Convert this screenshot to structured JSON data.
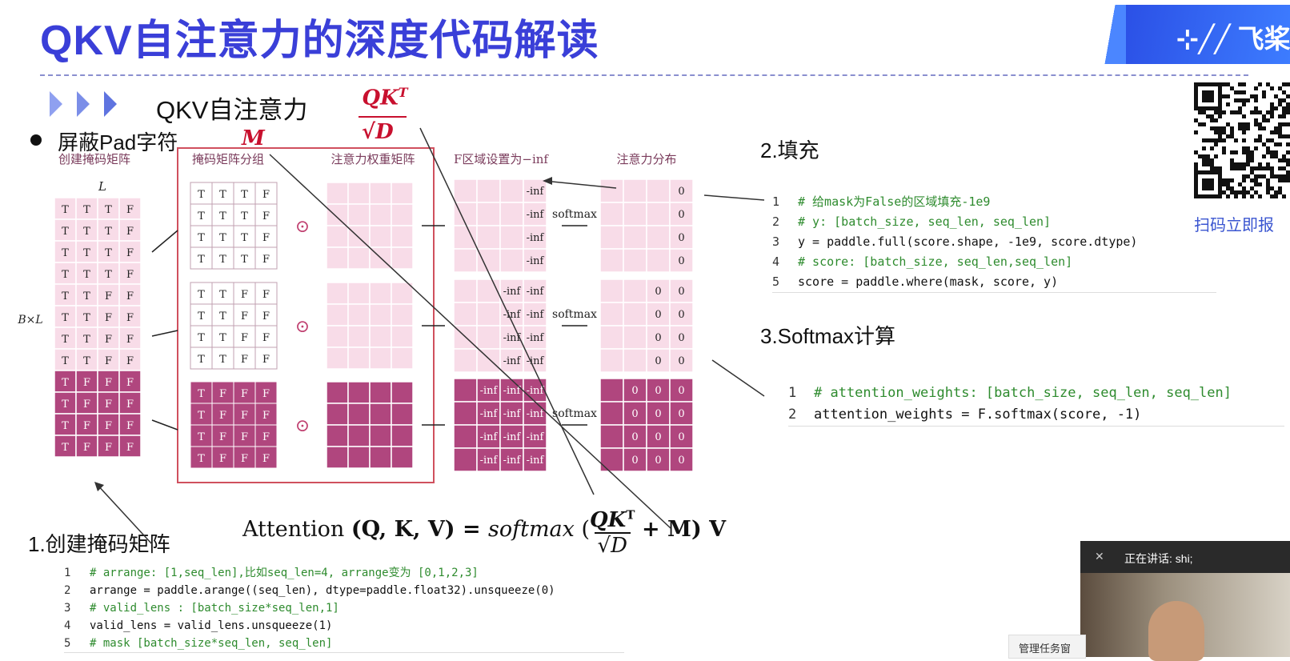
{
  "slide": {
    "title": "QKV自注意力的深度代码解读",
    "section": "QKV自注意力",
    "bullet": "屏蔽Pad字符",
    "logo_text": "飞桨",
    "scan_text": "扫码立即报"
  },
  "figure": {
    "captions": [
      "创建掩码矩阵",
      "掩码矩阵分组",
      "注意力权重矩阵",
      "F区域设置为−inf",
      "注意力分布"
    ],
    "L_label": "L",
    "BL_label": "B×L",
    "softmax": "softmax",
    "inf": "-inf",
    "T": "T",
    "F": "F",
    "zero": "0",
    "odot": "⊙",
    "M": "M",
    "QK": "QK",
    "T_sup": "T",
    "D": "D"
  },
  "steps": {
    "fill": "2.填充",
    "softmax": "3.Softmax计算",
    "create": "1.创建掩码矩阵"
  },
  "code_fill": [
    {
      "n": "1",
      "text": "# 给mask为False的区域填充-1e9",
      "comment": true
    },
    {
      "n": "2",
      "text": "# y: [batch_size, seq_len, seq_len]",
      "comment": true
    },
    {
      "n": "3",
      "text": "y = paddle.full(score.shape, -1e9, score.dtype)",
      "comment": false
    },
    {
      "n": "4",
      "text": "# score: [batch_size, seq_len,seq_len]",
      "comment": true
    },
    {
      "n": "5",
      "text": "score = paddle.where(mask, score, y)",
      "comment": false
    }
  ],
  "code_softmax": [
    {
      "n": "1",
      "text": "# attention_weights: [batch_size, seq_len, seq_len]",
      "comment": true
    },
    {
      "n": "2",
      "text": "attention_weights = F.softmax(score, -1)",
      "comment": false
    }
  ],
  "code_create": [
    {
      "n": "1",
      "text": "# arrange: [1,seq_len],比如seq_len=4, arrange变为 [0,1,2,3]",
      "comment": true
    },
    {
      "n": "2",
      "text": "arrange = paddle.arange((seq_len), dtype=paddle.float32).unsqueeze(0)",
      "comment": false
    },
    {
      "n": "3",
      "text": "# valid_lens : [batch_size*seq_len,1]",
      "comment": true
    },
    {
      "n": "4",
      "text": "valid_lens = valid_lens.unsqueeze(1)",
      "comment": false
    },
    {
      "n": "5",
      "text": "# mask [batch_size*seq_len, seq_len]",
      "comment": true
    }
  ],
  "formula": {
    "attention": "Attention",
    "args": "(Q, K, V) = ",
    "softmax": "softmax",
    "plus_m": "+ M) V"
  },
  "meeting": {
    "speaker": "正在讲话: shi;",
    "manage": "管理任务窗"
  },
  "colors": {
    "title": "#3a3fd8",
    "pink_light": "#f8dce8",
    "pink_dark": "#b0467e",
    "frame": "#d0505e",
    "comment": "#2e8b2e"
  }
}
